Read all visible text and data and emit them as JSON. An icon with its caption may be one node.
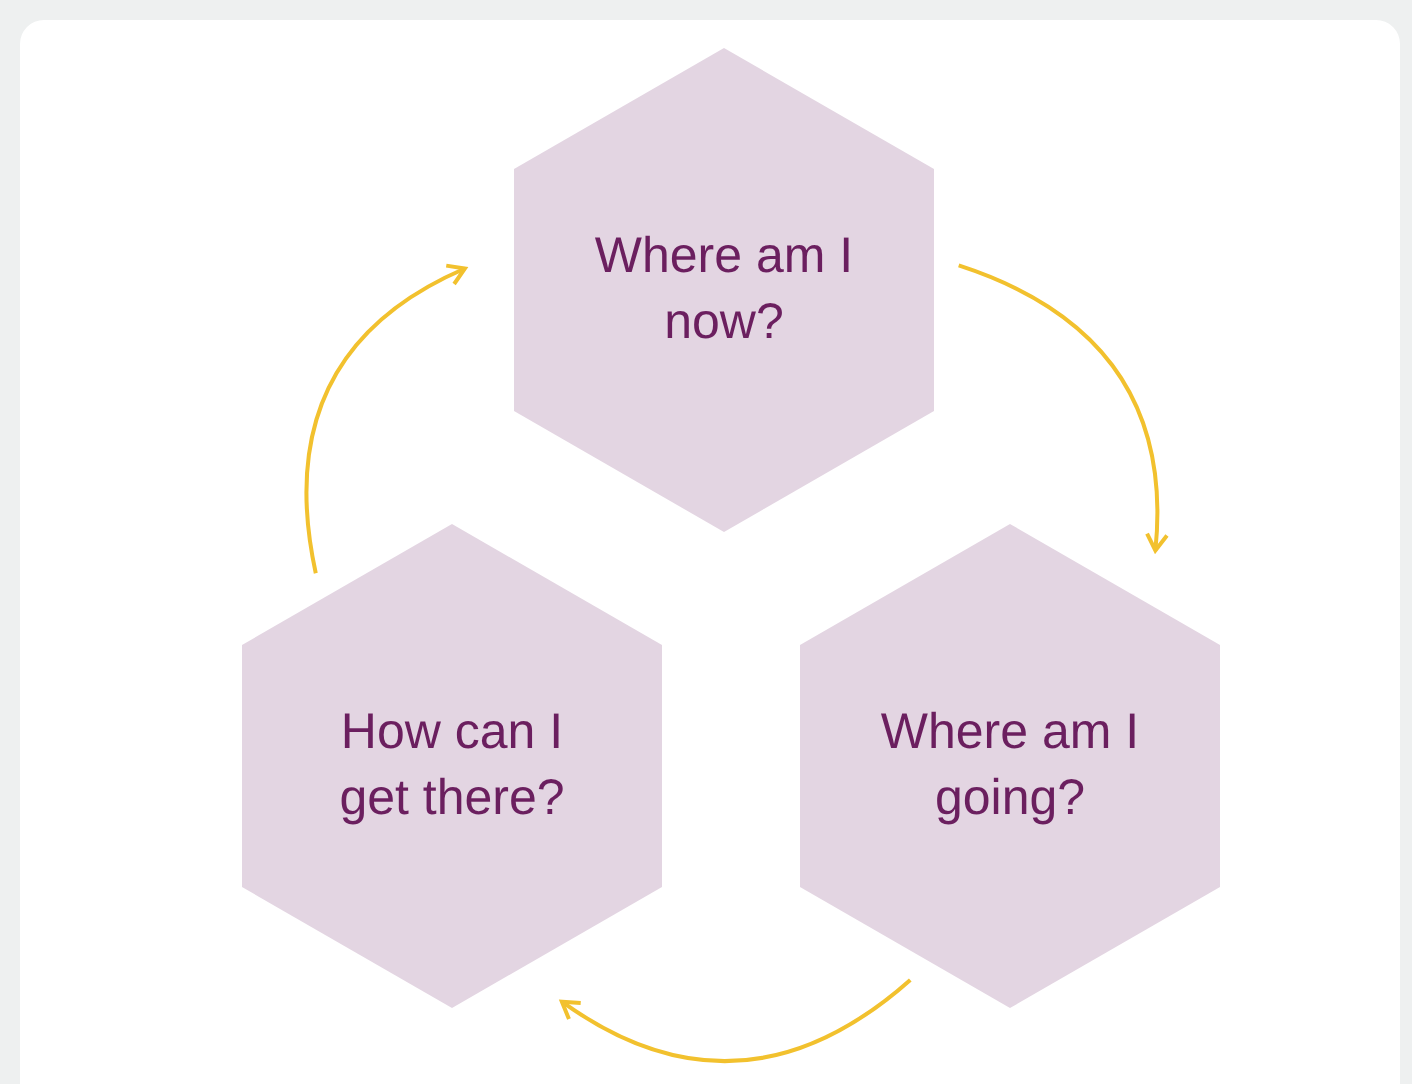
{
  "diagram": {
    "nodes": [
      {
        "text": [
          "Where am I now?"
        ]
      },
      {
        "text": [
          "Where am I going?"
        ]
      },
      {
        "text": [
          "How can I get there?"
        ]
      }
    ],
    "edges": [
      {
        "from": 0,
        "to": 1,
        "arrow": "to"
      },
      {
        "from": 1,
        "to": 2,
        "arrow": "to"
      },
      {
        "from": 2,
        "to": 0,
        "arrow": "to"
      }
    ]
  }
}
